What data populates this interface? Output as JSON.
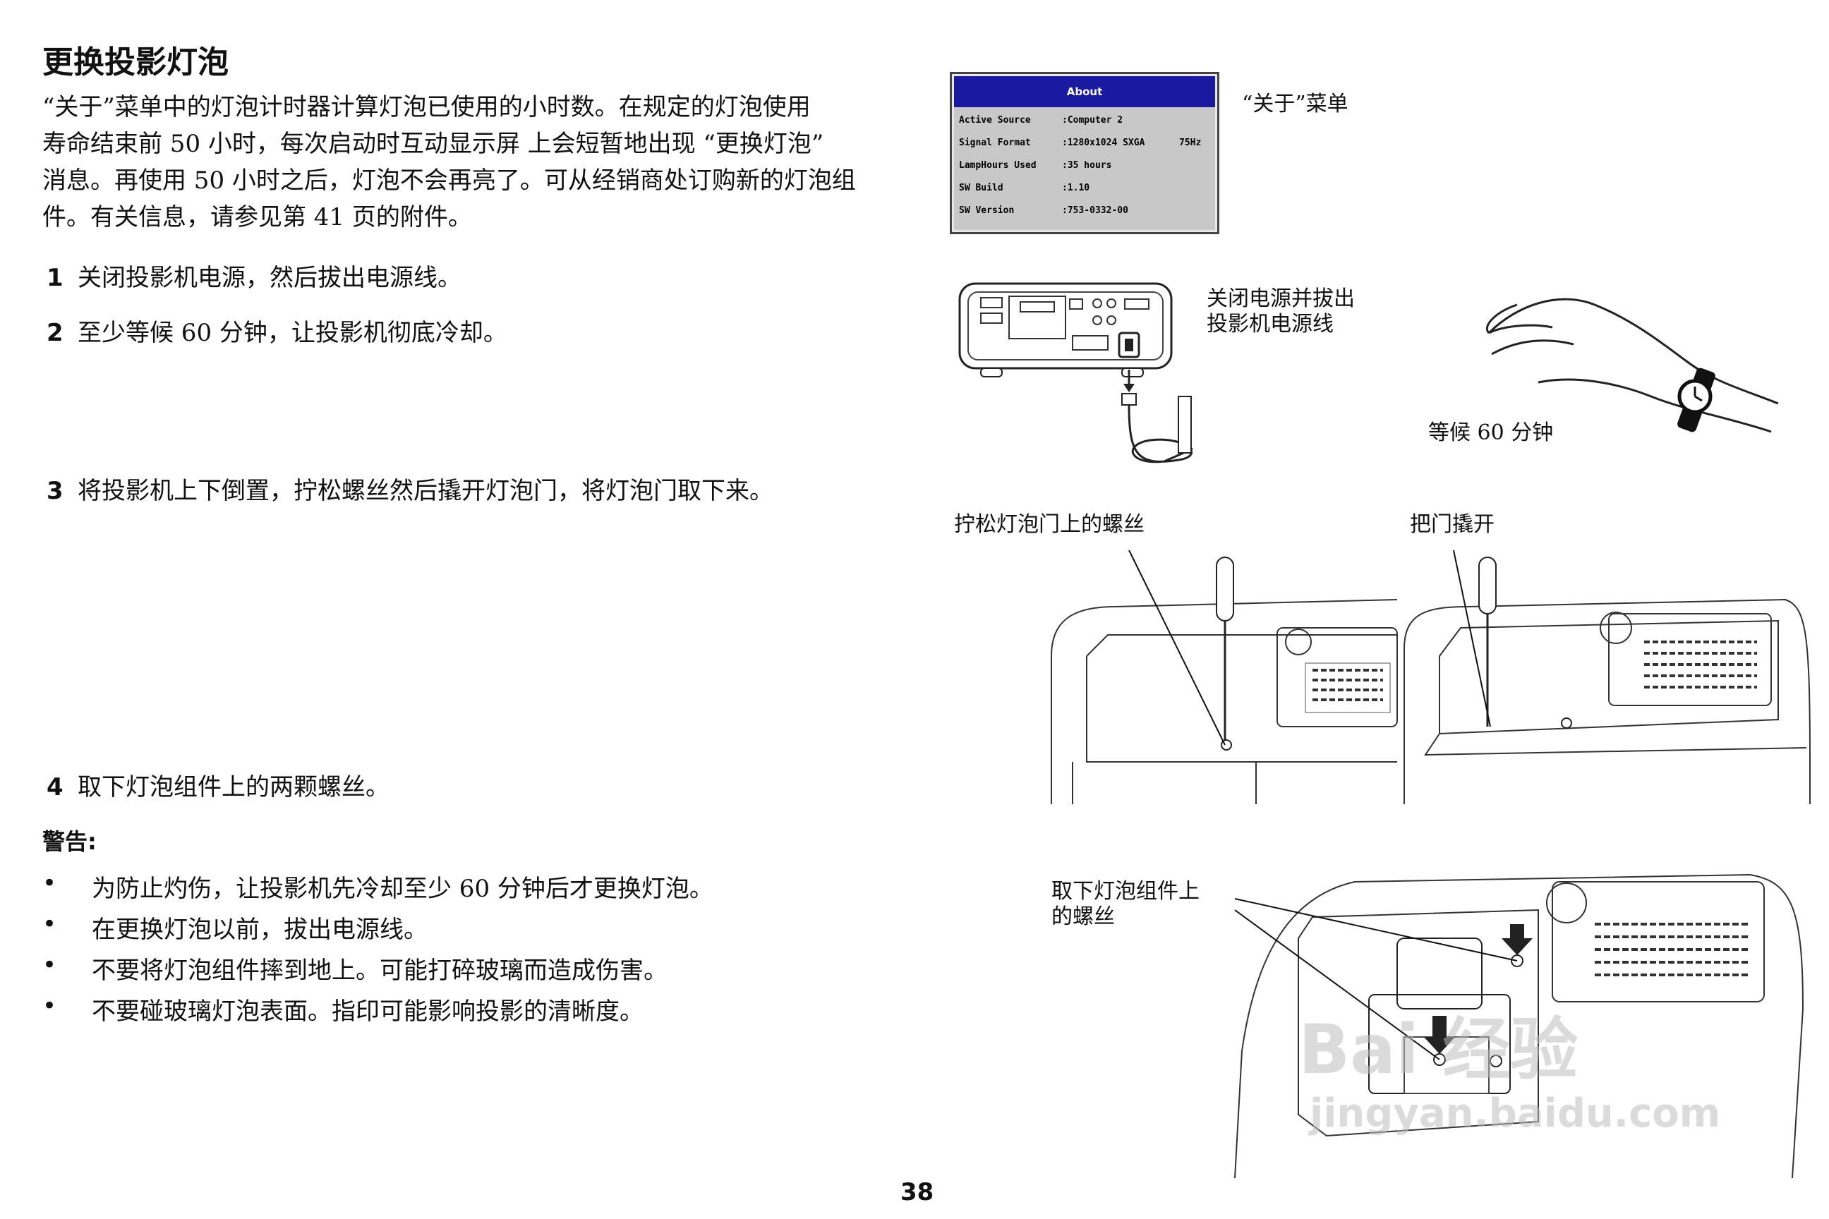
{
  "page": {
    "title": "更换投影灯泡",
    "intro": [
      "“关于”菜单中的灯泡计时器计算灯泡已使用的小时数。在规定的灯泡使用",
      "寿命结束前 50 小时，每次启动时互动显示屏 上会短暂地出现 “更换灯泡”",
      "消息。再使用 50 小时之后，灯泡不会再亮了。可从经销商处订购新的灯泡组",
      "件。有关信息，请参见第  41 页的附件。"
    ],
    "steps": [
      {
        "num": "1",
        "text": "关闭投影机电源，然后拔出电源线。"
      },
      {
        "num": "2",
        "text": "至少等候 60 分钟，让投影机彻底冷却。"
      },
      {
        "num": "3",
        "text": "将投影机上下倒置，拧松螺丝然后撬开灯泡门，将灯泡门取下来。"
      },
      {
        "num": "4",
        "text": "取下灯泡组件上的两颗螺丝。"
      }
    ],
    "warning_heading": "警告:",
    "bullet": "•",
    "warnings": [
      "为防止灼伤，让投影机先冷却至少 60 分钟后才更换灯泡。",
      "在更换灯泡以前，拔出电源线。",
      "不要将灯泡组件摔到地上。可能打碎玻璃而造成伤害。",
      "不要碰玻璃灯泡表面。指印可能影响投影的清晰度。"
    ],
    "page_number": "38"
  },
  "about_menu": {
    "title": "About",
    "caption": "“关于”菜单",
    "rows": [
      {
        "key": "Active Source",
        "value": ":Computer 2",
        "extra": ""
      },
      {
        "key": "Signal Format",
        "value": ":1280x1024 SXGA",
        "extra": "75Hz"
      },
      {
        "key": "LampHours Used",
        "value": ":35 hours",
        "extra": ""
      },
      {
        "key": "SW Build",
        "value": ":1.10",
        "extra": ""
      },
      {
        "key": "SW Version",
        "value": ":753-0332-00",
        "extra": ""
      }
    ]
  },
  "figures": {
    "power_caption_1": "关闭电源并拔出",
    "power_caption_2": "投影机电源线",
    "wait_caption": "等候 60 分钟",
    "loosen_caption": "拧松灯泡门上的螺丝",
    "pry_caption": "把门撬开",
    "remove_caption_1": "取下灯泡组件上",
    "remove_caption_2": "的螺丝"
  },
  "watermark": {
    "line1": "Bai 经验",
    "line2": "jingyan.baidu.com"
  }
}
